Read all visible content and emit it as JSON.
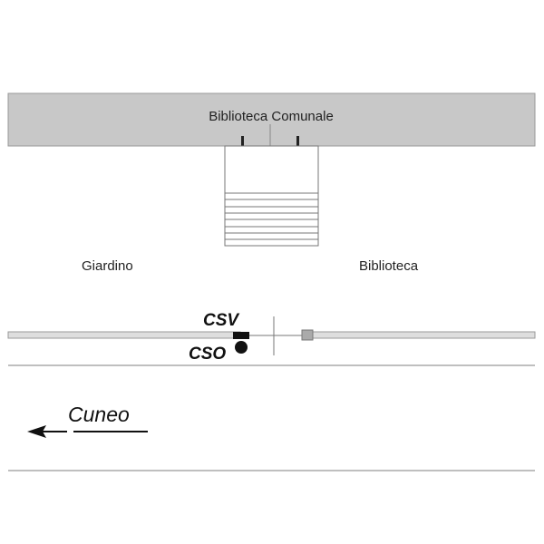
{
  "building": {
    "label": "Biblioteca Comunale"
  },
  "areas": {
    "left": "Giardino",
    "right": "Biblioteca"
  },
  "markers": {
    "csv": "CSV",
    "cso": "CSO"
  },
  "direction": {
    "label": "Cuneo"
  },
  "colors": {
    "building_fill": "#c8c8c8",
    "bar_fill": "#dedede",
    "line": "#9a9a9a",
    "ink": "#111111"
  }
}
